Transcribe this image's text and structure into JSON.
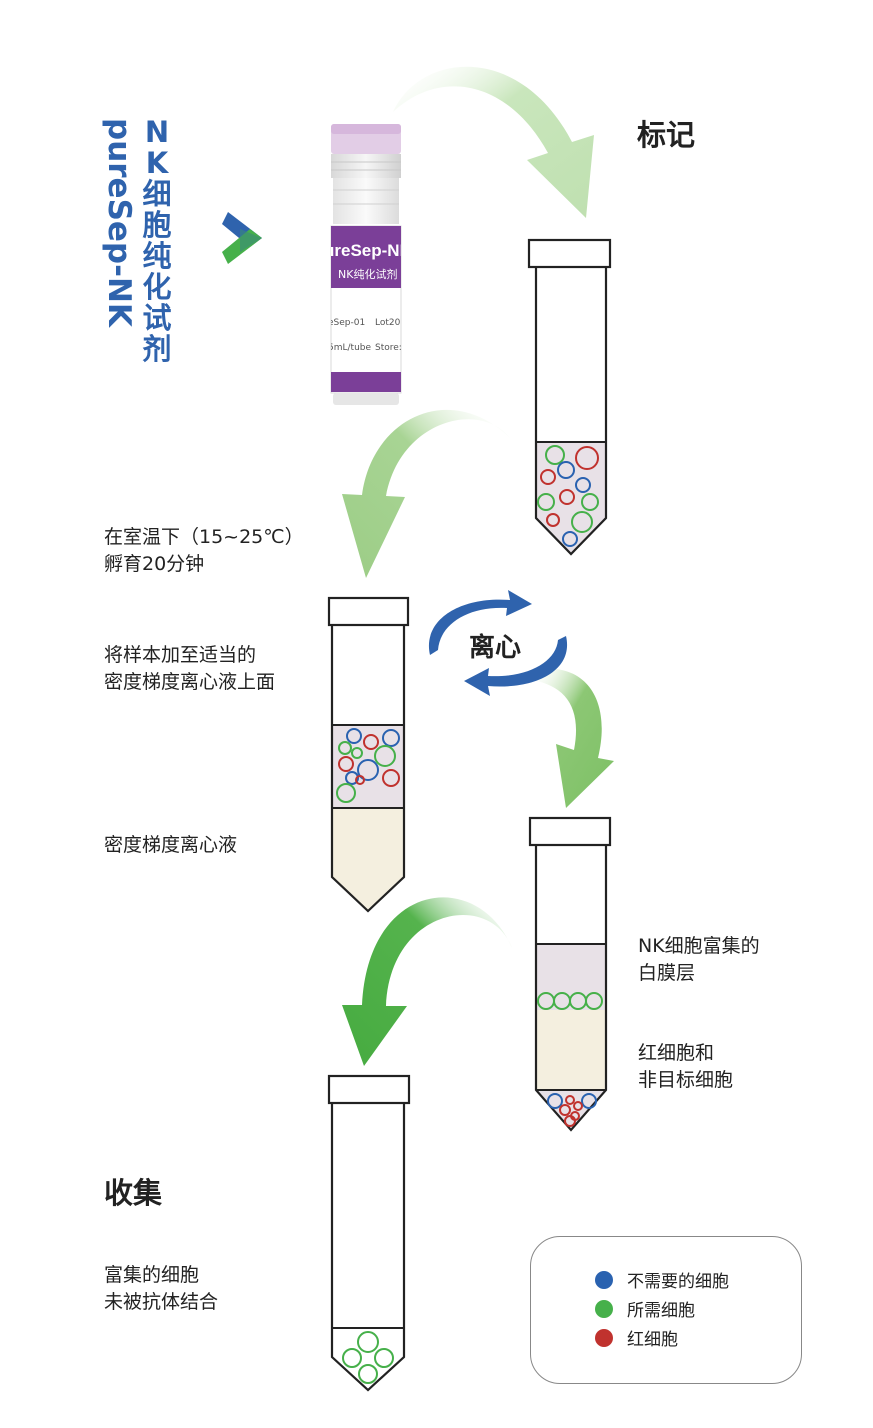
{
  "brand": {
    "name_cn": "NK细胞纯化试剂",
    "name_en": "pureSep-NK"
  },
  "vial": {
    "label_big": "ureSep-NK",
    "label_sub": "NK纯化试剂",
    "cat": "eSep-01",
    "lot": "Lot20",
    "volume": "5mL/tube",
    "store": "Store:"
  },
  "steps": {
    "label": "标记",
    "incubate_line1": "在室温下（15~25℃）",
    "incubate_line2": "孵育20分钟",
    "layer_line1": "将样本加至适当的",
    "layer_line2": "密度梯度离心液上面",
    "gradient": "密度梯度离心液",
    "centrifuge": "离心",
    "buffy_line1": "NK细胞富集的",
    "buffy_line2": "白膜层",
    "pellet_line1": "红细胞和",
    "pellet_line2": "非目标细胞",
    "collect": "收集",
    "collect_line1": "富集的细胞",
    "collect_line2": "未被抗体结合"
  },
  "legend": {
    "items": [
      {
        "label": "不需要的细胞",
        "color": "#2a62b0"
      },
      {
        "label": "所需细胞",
        "color": "#46b04a"
      },
      {
        "label": "红细胞",
        "color": "#c0322e"
      }
    ]
  },
  "colors": {
    "brand_blue": "#2f63ad",
    "cell_blue": "#2a62b0",
    "cell_green": "#46b04a",
    "cell_red": "#c0322e",
    "vial_purple": "#7b3f98",
    "arrow_light_green": "#bfe0b0",
    "arrow_mid_green": "#86c56f",
    "arrow_dark_green": "#4cae45",
    "sample_layer": "#e8e1e7",
    "gradient_fluid": "#f4efdf"
  }
}
